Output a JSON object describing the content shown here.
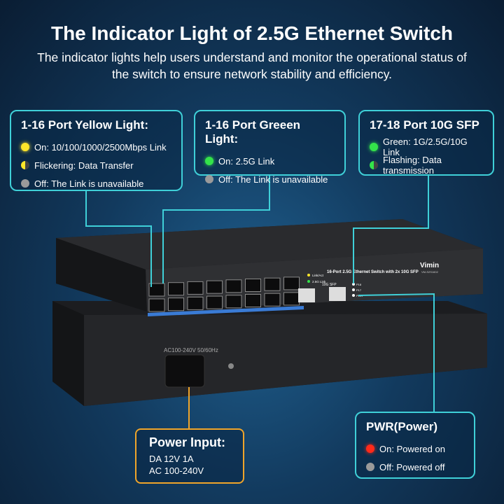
{
  "title": "The Indicator Light of 2.5G Ethernet Switch",
  "subtitle": "The indicator lights help users understand and monitor the operational status of the switch to ensure network stability and efficiency.",
  "yellow": {
    "heading": "1-16 Port Yellow Light:",
    "items": [
      "On: 10/100/1000/2500Mbps Link",
      "Flickering: Data Transfer",
      "Off: The Link is unavailable"
    ]
  },
  "green": {
    "heading": "1-16 Port Greeen Light:",
    "items": [
      "On: 2.5G Link",
      "Off: The Link is unavailable"
    ]
  },
  "sfp": {
    "heading": "17-18 Port 10G SFP",
    "items": [
      "Green: 1G/2.5G/10G Link",
      "Flashing: Data transmission"
    ]
  },
  "power_input": {
    "heading": "Power Input:",
    "lines": [
      "DA 12V 1A",
      "AC 100-240V"
    ]
  },
  "pwr": {
    "heading": "PWR(Power)",
    "items": [
      "On: Powered on",
      "Off: Powered off"
    ]
  },
  "device": {
    "brand": "Vimin",
    "model": "VM-S2S1602",
    "label": "16-Port 2.5G Ethernet Switch with 2x 10G SFP",
    "legend_link": "Link/Act",
    "legend_25g": "2.5G Link",
    "sfp_label": "10G SFP",
    "leds": [
      "P18",
      "P17",
      "PWR"
    ],
    "rear_label": "AC100-240V 50/60Hz"
  },
  "colors": {
    "line": "#3fd0d8",
    "power_border": "#f0a52a"
  }
}
